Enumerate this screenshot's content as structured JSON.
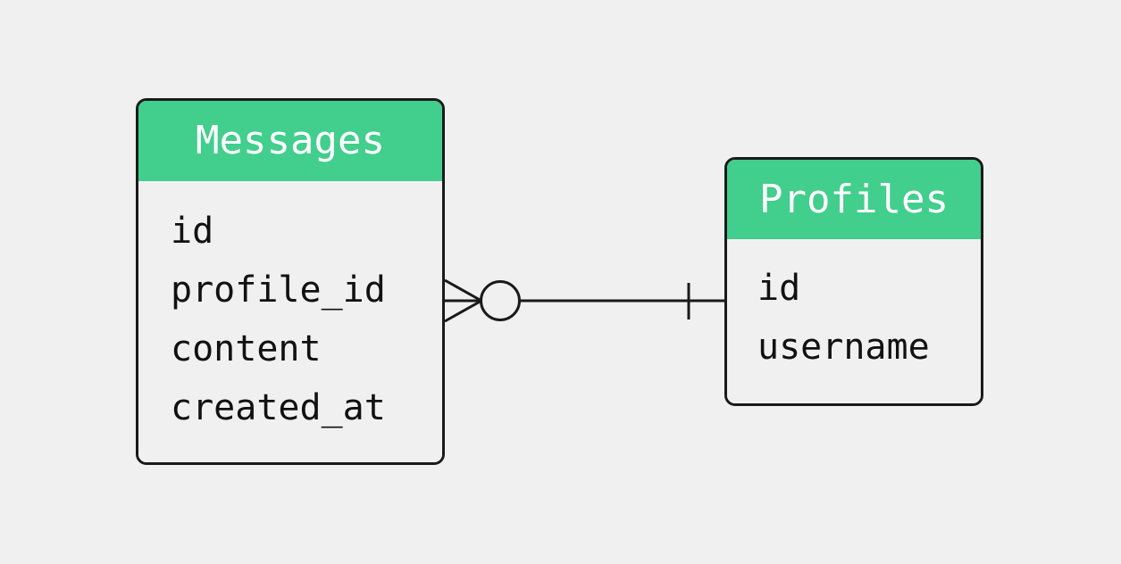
{
  "diagram": {
    "type": "entity-relationship-diagram",
    "notation": "crows-foot",
    "background_color": "#f0f0f0",
    "accent_color": "#42ce8c",
    "border_color": "#1a1a1a",
    "header_text_color": "#ffffff",
    "field_text_color": "#111111"
  },
  "entities": [
    {
      "id": "messages",
      "title": "Messages",
      "fields": [
        {
          "name": "id"
        },
        {
          "name": "profile_id"
        },
        {
          "name": "content"
        },
        {
          "name": "created_at"
        }
      ]
    },
    {
      "id": "profiles",
      "title": "Profiles",
      "fields": [
        {
          "name": "id"
        },
        {
          "name": "username"
        }
      ]
    }
  ],
  "relationships": [
    {
      "id": "messages-to-profiles",
      "from": "messages",
      "to": "profiles",
      "from_cardinality": "zero-or-many",
      "to_cardinality": "exactly-one",
      "from_symbol": "crows-foot-circle",
      "to_symbol": "single-tick"
    }
  ]
}
